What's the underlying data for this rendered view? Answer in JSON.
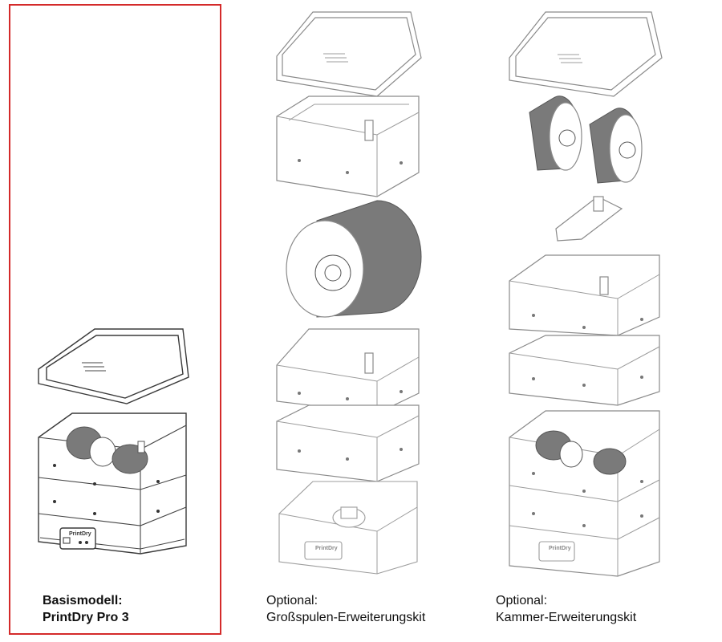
{
  "panels": [
    {
      "line1": "Basismodell:",
      "line2": "PrintDry Pro 3",
      "highlighted": true,
      "bold": true
    },
    {
      "line1": "Optional:",
      "line2": "Großspulen-Erweiterungskit",
      "highlighted": false,
      "bold": false
    },
    {
      "line1": "Optional:",
      "line2": "Kammer-Erweiterungskit",
      "highlighted": false,
      "bold": false
    }
  ],
  "device_label": "PrintDry",
  "colors": {
    "highlight_border": "#d42a2a",
    "line_dark": "#3a3a3a",
    "line_light": "#9c9c9c"
  }
}
